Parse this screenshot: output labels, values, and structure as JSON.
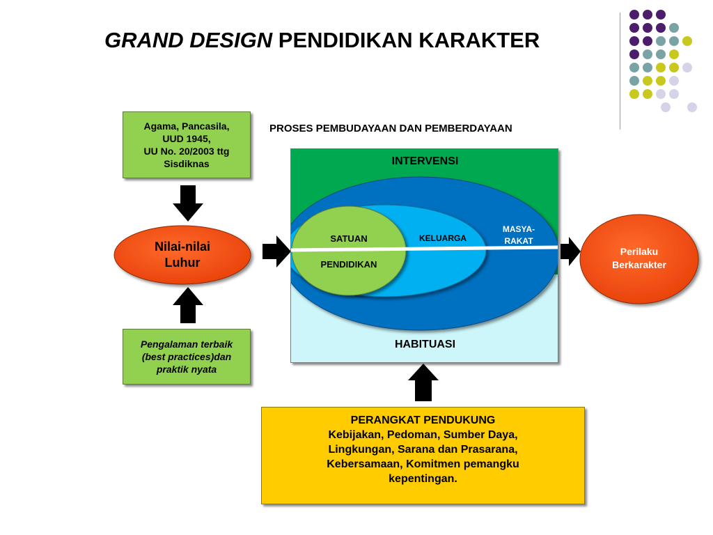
{
  "title": {
    "italic_part": "GRAND DESIGN",
    "rest": "PENDIDIKAN KARAKTER"
  },
  "subtitle": "PROSES PEMBUDAYAAN DAN PEMBERDAYAAN",
  "source_box": {
    "lines": [
      "Agama, Pancasila,",
      "UUD 1945,",
      "UU No. 20/2003 ttg",
      "Sisdiknas"
    ]
  },
  "values_ellipse": {
    "lines": [
      "Nilai-nilai",
      "Luhur"
    ]
  },
  "experience_box": {
    "lines": [
      "Pengalaman terbaik",
      "(best practices)dan",
      "praktik nyata"
    ]
  },
  "intervention": {
    "top_label": "INTERVENSI",
    "bottom_label": "HABITUASI",
    "school_top": "SATUAN",
    "school_bottom": "PENDIDIKAN",
    "family": "KELUARGA",
    "society_lines": [
      "MASYA-",
      "RAKAT"
    ]
  },
  "output_ellipse": {
    "lines": [
      "Perilaku",
      "Berkarakter"
    ]
  },
  "support_box": {
    "heading": "PERANGKAT PENDUKUNG",
    "lines": [
      "Kebijakan, Pedoman, Sumber Daya,",
      "Lingkungan, Sarana dan Prasarana,",
      "Kebersamaan, Komitmen pemangku",
      "kepentingan."
    ]
  },
  "colors": {
    "green_box": "#92d050",
    "red_ellipse": "#f34e10",
    "panel_green": "#00a94f",
    "panel_light": "#ccf6fa",
    "society_blue": "#0070c0",
    "family_blue": "#00b0f0",
    "school_green": "#92d050",
    "support_yellow": "#ffcc00",
    "dot_purple": "#4b1d6b",
    "dot_teal": "#7aa3a6",
    "dot_yellow": "#c8c81e",
    "dot_lavender": "#d5d3e8"
  }
}
